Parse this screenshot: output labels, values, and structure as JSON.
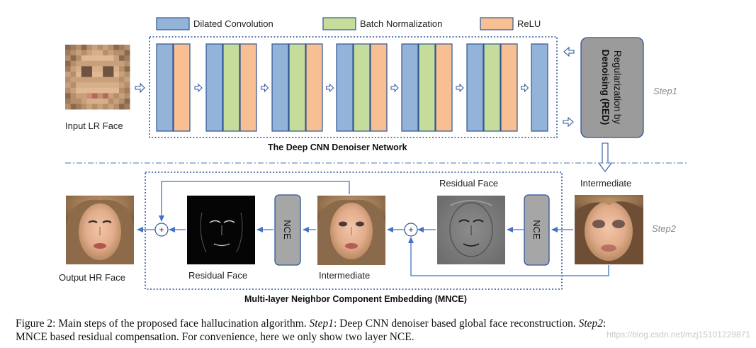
{
  "legend": {
    "dilated_convolution": "Dilated Convolution",
    "batch_normalization": "Batch Normalization",
    "relu": "ReLU"
  },
  "colors": {
    "conv": "#94b3d9",
    "bn": "#c5dc9a",
    "relu": "#f7bf92",
    "block_stroke": "#2f5597",
    "nce_fill": "#a6a6a6",
    "red_fill": "#9b9b9b",
    "arrow": "#4472c4"
  },
  "step1": {
    "input_label": "Input LR Face",
    "network_label": "The Deep CNN Denoiser Network",
    "red_label_line1": "Regularization by",
    "red_label_line2": "Denoising (RED)",
    "step_label": "Step1",
    "intermediate_label": "Intermediate"
  },
  "step2": {
    "residual_face_top": "Residual Face",
    "nce_label": "NCE",
    "intermediate_label": "Intermediate",
    "residual_face_bottom": "Residual Face",
    "output_label": "Output HR Face",
    "mnce_label": "Multi-layer Neighbor Component Embedding (MNCE)",
    "step_label": "Step2",
    "plus": "+"
  },
  "caption": {
    "prefix": "Figure 2:  Main steps of the proposed face hallucination algorithm.",
    "step1_name": "Step1",
    "step1_text": ": Deep CNN denoiser based global face reconstruction.",
    "step2_name": "Step2",
    "step2_text": ":",
    "line2": "MNCE based residual compensation. For convenience, here we only show two layer NCE."
  },
  "watermark": "https://blog.csdn.net/mzj15101229871"
}
